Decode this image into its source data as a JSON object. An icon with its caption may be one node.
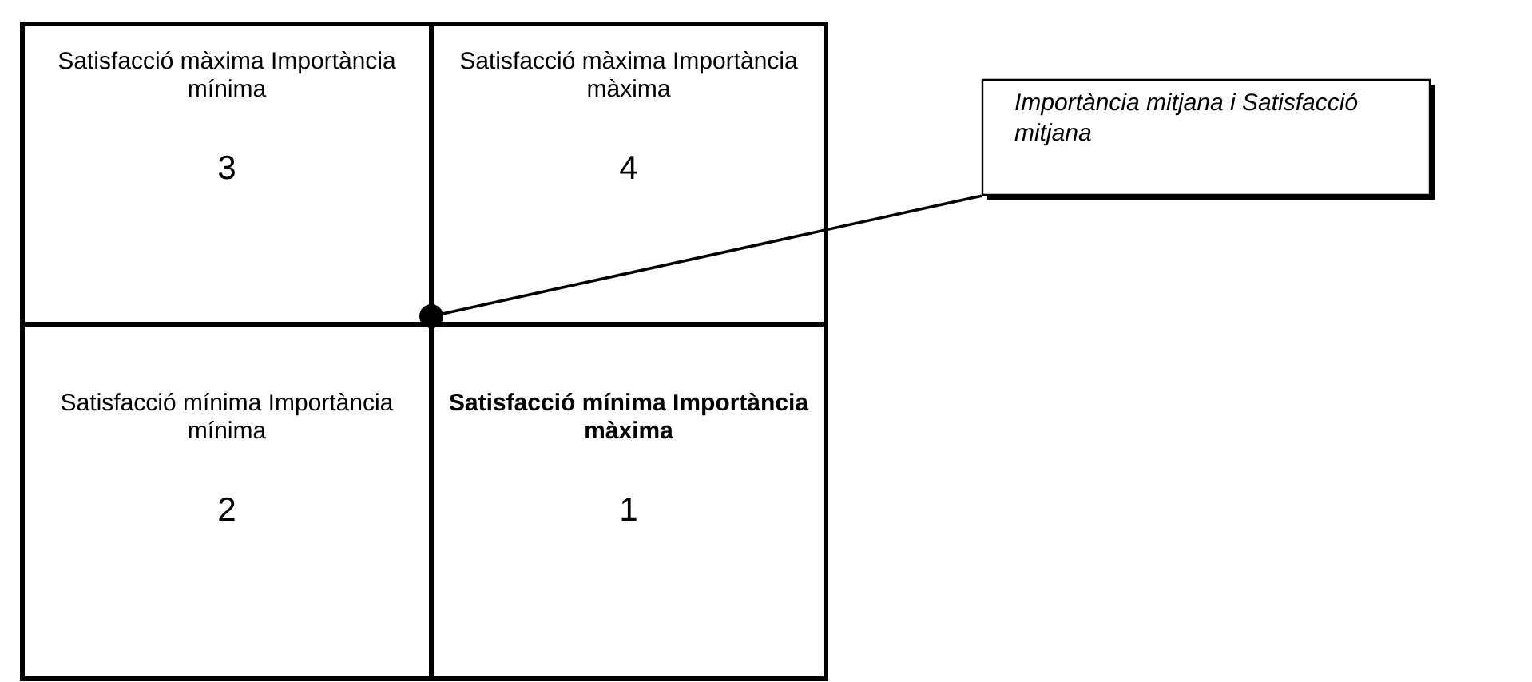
{
  "diagram": {
    "nodes": [
      {
        "text": [
          "Satisfacció màxima Importància mínima",
          "3"
        ]
      },
      {
        "text": [
          "Satisfacció màxima Importància màxima",
          "4"
        ]
      },
      {
        "text": [
          "Satisfacció mínima Importància mínima",
          "2"
        ]
      },
      {
        "text": [
          "Satisfacció mínima Importància màxima",
          "1"
        ]
      },
      {
        "text": [
          "Importància mitjana i Satisfacció mitjana"
        ]
      },
      {
        "text": [],
        "shape": "circle"
      }
    ],
    "edges": [
      {
        "from": 4,
        "to": 5,
        "arrow": "none"
      }
    ]
  }
}
